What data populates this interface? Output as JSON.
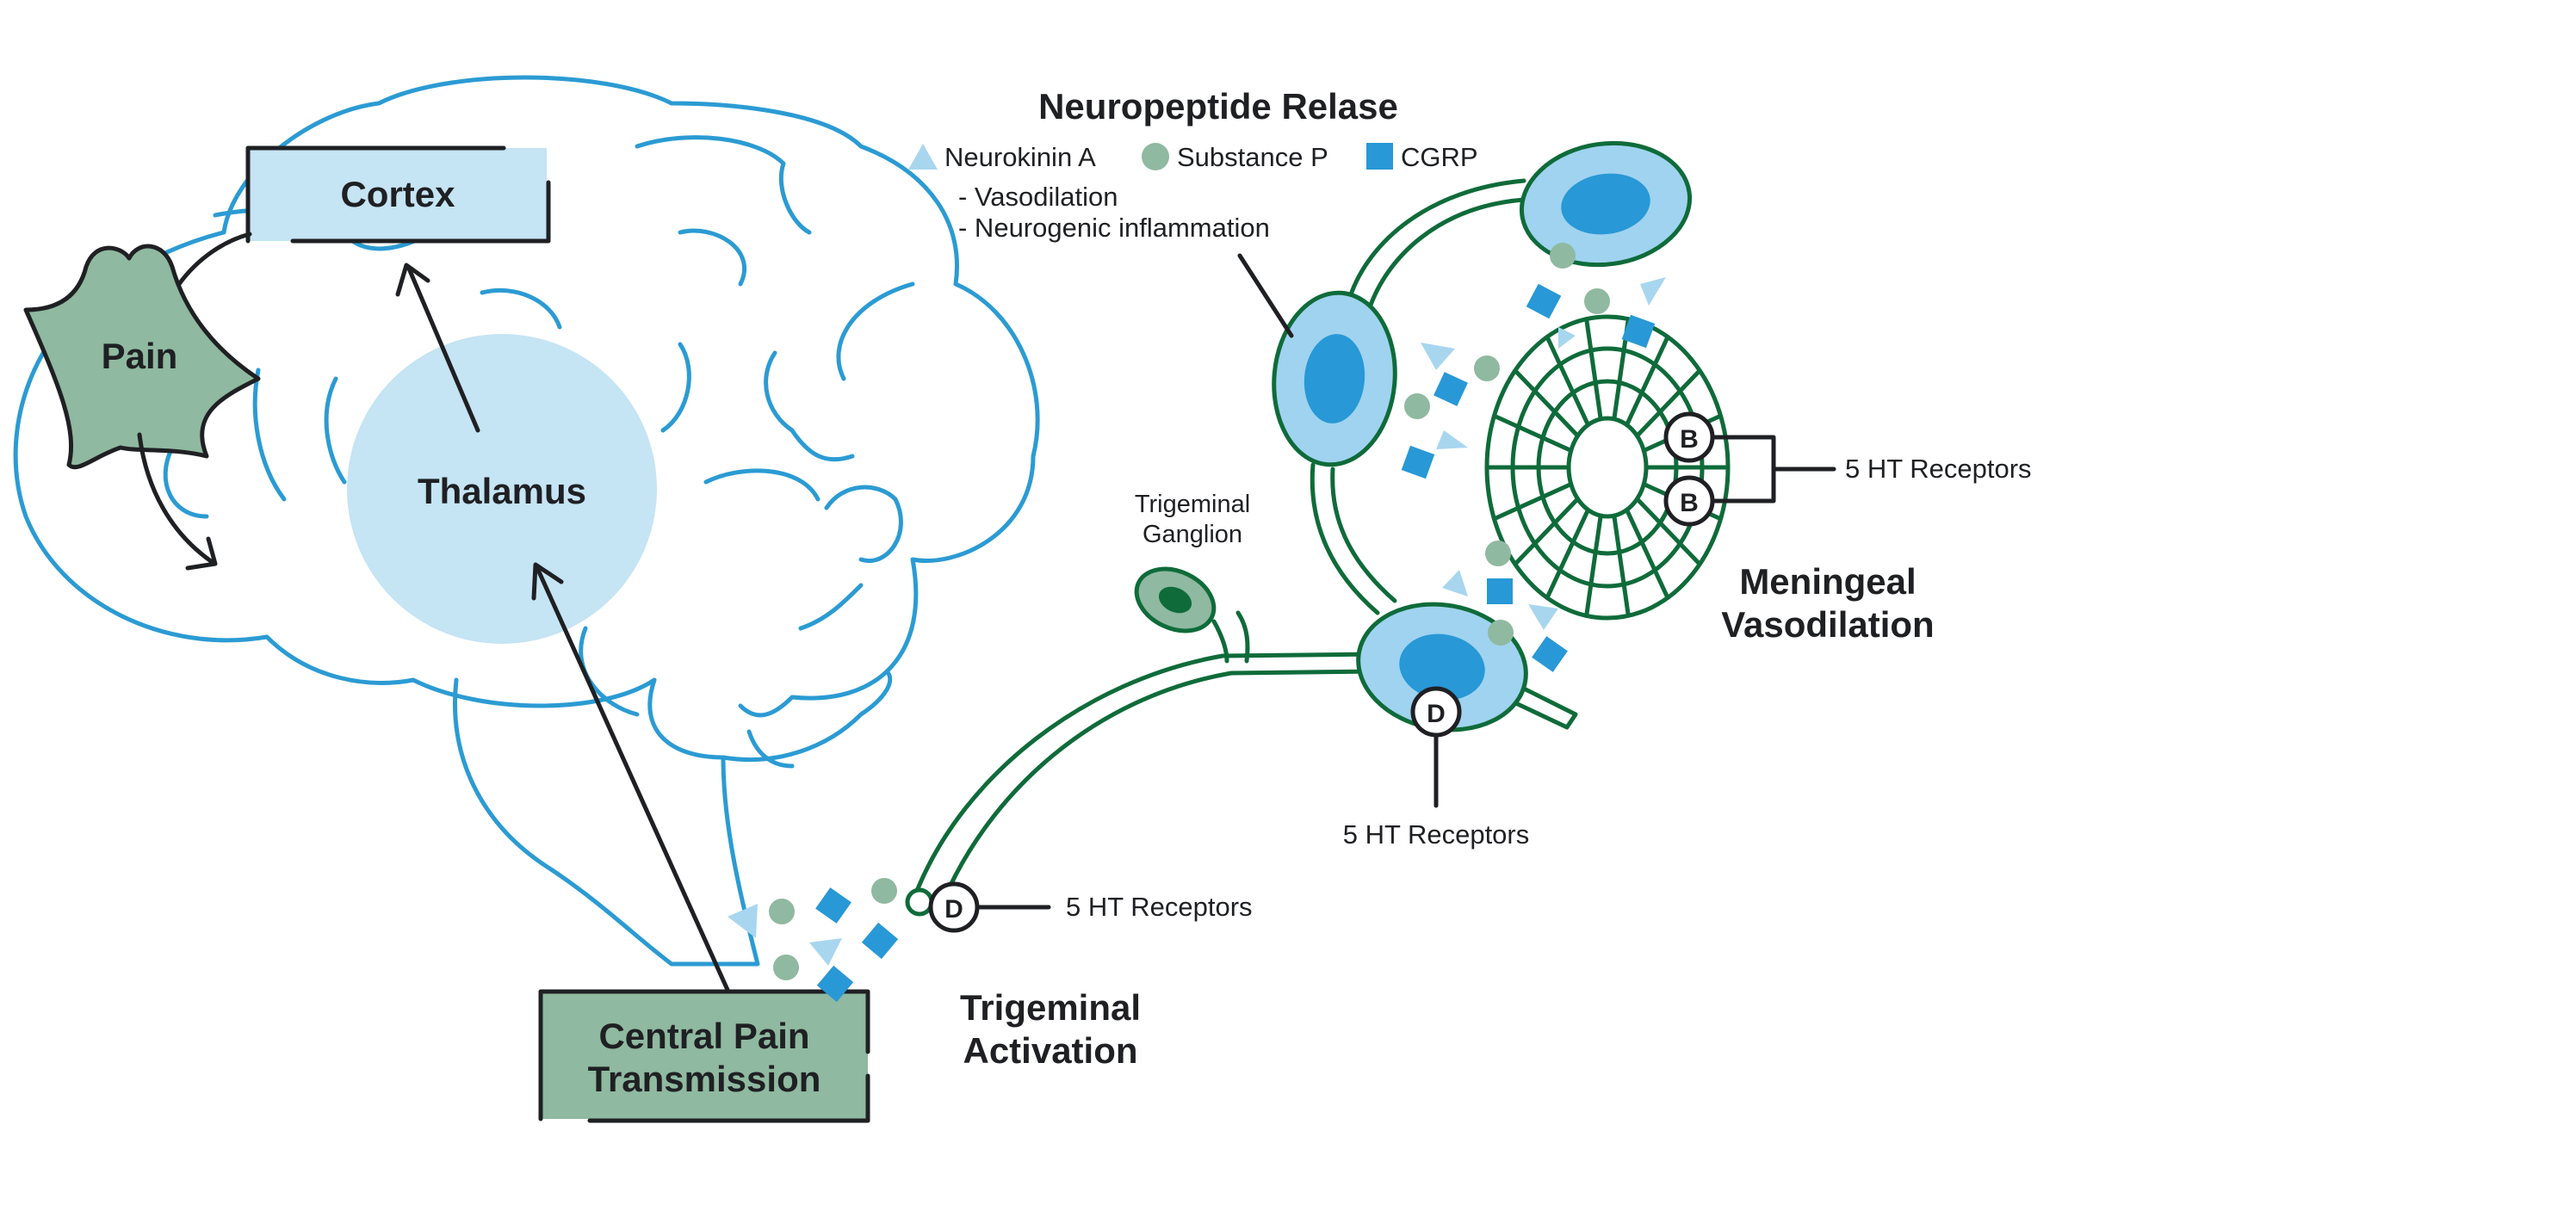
{
  "labels": {
    "cortex": "Cortex",
    "pain": "Pain",
    "thalamus": "Thalamus",
    "central_pain_line1": "Central Pain",
    "central_pain_line2": "Transmission",
    "trigeminal_activation_line1": "Trigeminal",
    "trigeminal_activation_line2": "Activation",
    "trigeminal_ganglion_line1": "Trigeminal",
    "trigeminal_ganglion_line2": "Ganglion",
    "neuropeptide_title": "Neuropeptide Relase",
    "effect_1": "- Vasodilation",
    "effect_2": "- Neurogenic inflammation",
    "meningeal_line1": "Meningeal",
    "meningeal_line2": "Vasodilation",
    "receptors_b": "5 HT Receptors",
    "receptors_d_right": "5 HT Receptors",
    "receptors_d_left": "5 HT Receptors",
    "receptor_b_letter": "B",
    "receptor_d_letter": "D"
  },
  "legend": [
    {
      "shape": "triangle",
      "label": "Neurokinin A"
    },
    {
      "shape": "circle",
      "label": "Substance P"
    },
    {
      "shape": "square",
      "label": "CGRP"
    }
  ],
  "colors": {
    "brain_outline": "#2b9bd3",
    "light_blue": "#c5e4f4",
    "cell_fill": "#9fd3ef",
    "nucleus": "#2898d6",
    "nerve": "#0f6b3a",
    "green_box": "#8fb9a0",
    "substance_p": "#8fb9a0",
    "neurokinin": "#a8d6ef",
    "cgrp": "#2898d6"
  }
}
